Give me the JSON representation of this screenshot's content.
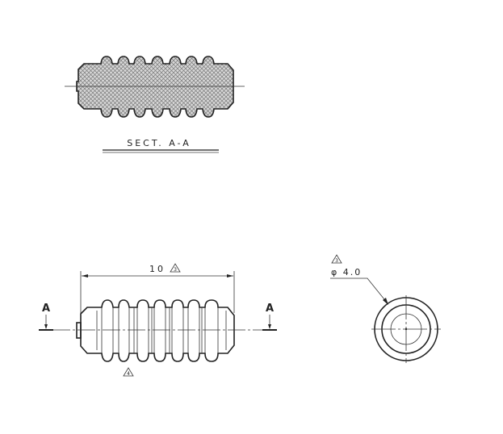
{
  "section_view": {
    "label": "SECT. A-A"
  },
  "front_view": {
    "length_dimension": "10",
    "length_note_marker": "3",
    "body_note_marker": "4",
    "section_mark_left": "A",
    "section_mark_right": "A"
  },
  "end_view": {
    "diameter_note_marker": "3",
    "diameter_dimension": "φ 4.0"
  },
  "colors": {
    "line": "#222222",
    "hatch": "#888888"
  }
}
